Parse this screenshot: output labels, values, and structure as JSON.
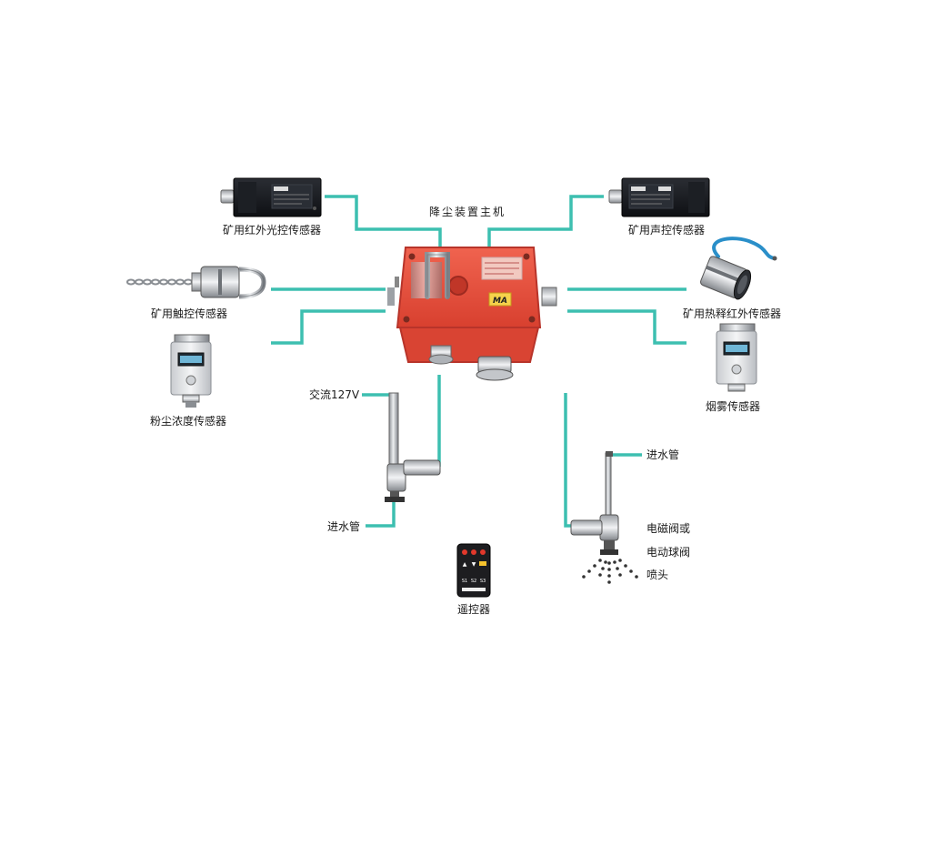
{
  "title": "降尘装置主机",
  "colors": {
    "connector": "#3dbfb0",
    "host_body": "#e84a3a",
    "host_dark": "#b8342a"
  },
  "labels": {
    "ir_light_sensor": "矿用红外光控传感器",
    "sound_sensor": "矿用声控传感器",
    "touch_sensor": "矿用触控传感器",
    "pyro_ir_sensor": "矿用热释红外传感器",
    "dust_sensor": "粉尘浓度传感器",
    "smoke_sensor": "烟雾传感器",
    "ac_power": "交流127V",
    "water_inlet_left": "进水管",
    "water_inlet_right": "进水管",
    "valve_line1": "电磁阀或",
    "valve_line2": "电动球阀",
    "nozzle": "喷头",
    "remote": "遥控器"
  },
  "host_plate_mark": "MA",
  "remote_buttons": [
    "S1",
    "S2",
    "S3"
  ]
}
